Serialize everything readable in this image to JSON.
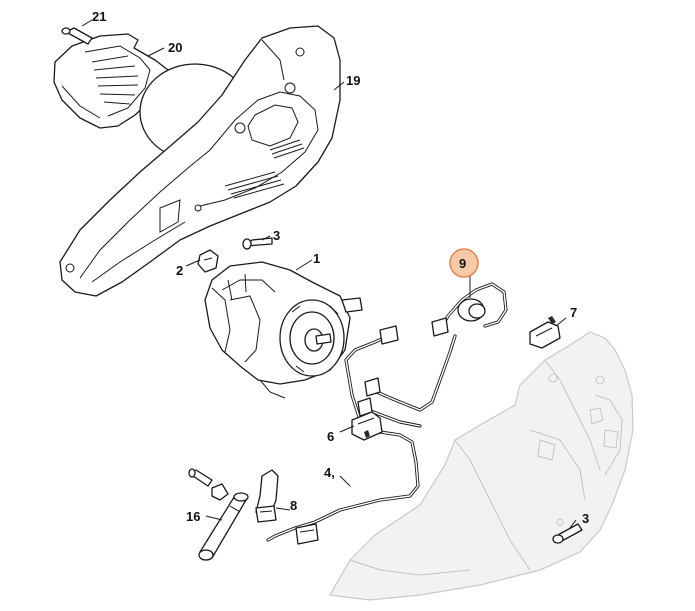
{
  "diagram": {
    "labels": {
      "p21": "21",
      "p20": "20",
      "p19": "19",
      "p3a": "3",
      "p1": "1",
      "p2": "2",
      "p9": "9",
      "p7": "7",
      "p6": "6",
      "p4": "4,",
      "p8": "8",
      "p16": "16",
      "p3b": "3"
    },
    "highlight": {
      "part": "9",
      "fill": "#f6c9a8",
      "stroke": "#e0875a"
    }
  }
}
